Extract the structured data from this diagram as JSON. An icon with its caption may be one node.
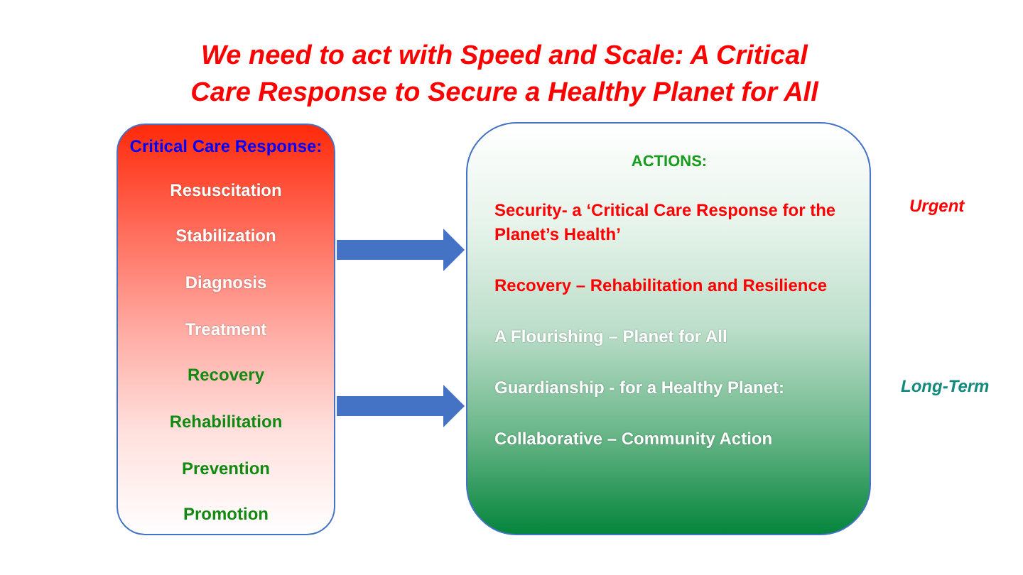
{
  "diagram": {
    "title": "We need to act with Speed and Scale: A Critical Care Response to Secure a Healthy Planet for All",
    "nodes": [
      {
        "text": [
          "Critical Care Response:",
          "Resuscitation",
          "Stabilization",
          "Diagnosis",
          "Treatment",
          "Recovery",
          "Rehabilitation",
          "Prevention",
          "Promotion"
        ]
      },
      {
        "text": [
          "ACTIONS:",
          "Security- a ‘Critical Care Response for the Planet’s Health’",
          "Recovery – Rehabilitation and Resilience",
          "A Flourishing – Planet for All",
          "Guardianship - for a Healthy Planet:",
          "Collaborative – Community Action"
        ],
        "beside": [
          "Urgent",
          "Long-Term"
        ]
      }
    ],
    "edges": [
      {
        "from": 0,
        "to": 1,
        "arrow": "to"
      },
      {
        "from": 0,
        "to": 1,
        "arrow": "to"
      }
    ]
  }
}
